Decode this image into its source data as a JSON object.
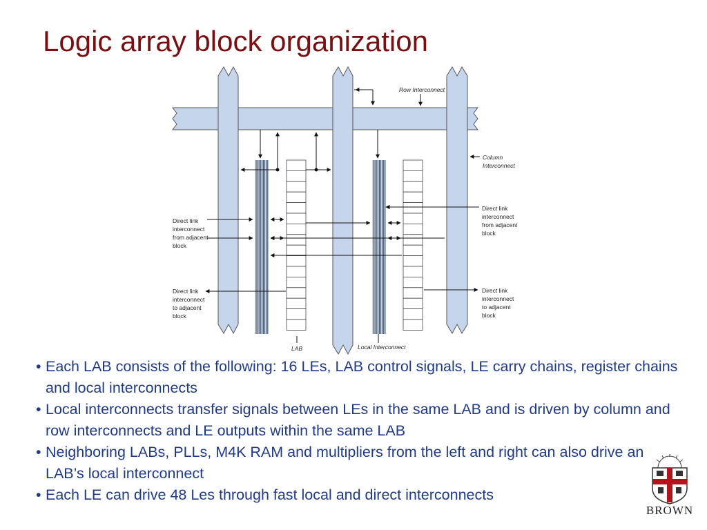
{
  "slide": {
    "title": "Logic array block organization",
    "bullets": [
      "Each LAB consists of the following: 16 LEs, LAB control signals, LE carry chains, register chains and local interconnects",
      "Local interconnects transfer signals between LEs in the same LAB and is driven by column and row interconnects and LE outputs within the same LAB",
      "Neighboring LABs, PLLs, M4K RAM and multipliers from the left and right can also drive an LAB’s local interconnect",
      "Each LE can drive 48 Les through fast local and direct interconnects"
    ]
  },
  "diagram": {
    "labels": {
      "row_interconnect": "Row Interconnect",
      "column_interconnect_1": "Column",
      "column_interconnect_2": "Interconnect",
      "direct_from_left": [
        "Direct link",
        "interconnect",
        "from adjacent",
        "block"
      ],
      "direct_to_left": [
        "Direct link",
        "interconnect",
        "to adjacent",
        "block"
      ],
      "direct_from_right": [
        "Direct link",
        "interconnect",
        "from adjacent",
        "block"
      ],
      "direct_to_right": [
        "Direct link",
        "interconnect",
        "to adjacent",
        "block"
      ],
      "lab": "LAB",
      "local_interconnect": "Local Interconnect"
    },
    "le_count": 16,
    "colors": {
      "bus_fill": "#c5d6ec",
      "bus_stroke": "#555555",
      "title": "#7a0f12",
      "bullet_text": "#1f3a8a",
      "brown_red": "#b5121b"
    }
  },
  "logo": {
    "wordmark": "BROWN"
  }
}
